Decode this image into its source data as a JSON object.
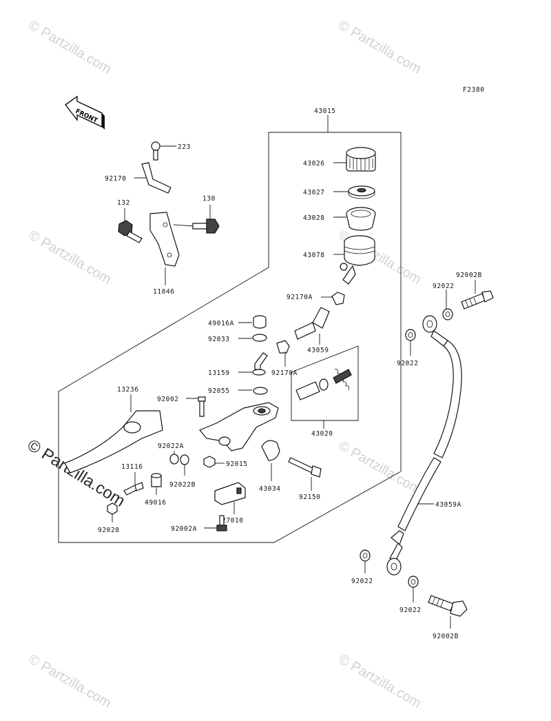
{
  "figure_code": "F2380",
  "front_badge": "FRONT",
  "watermark_small": "© Partzilla.com",
  "watermark_large": "© Partzilla.com",
  "callouts": {
    "c43015": "43015",
    "c43026": "43026",
    "c43027": "43027",
    "c43028": "43028",
    "c43078": "43078",
    "c92170A_top": "92170A",
    "c43059": "43059",
    "c92170A_mid": "92170A",
    "c43020": "43020",
    "c223": "223",
    "c92170": "92170",
    "c132": "132",
    "c130": "130",
    "c11046": "11046",
    "c49016A": "49016A",
    "c92033": "92033",
    "c13159": "13159",
    "c92055": "92055",
    "c13236": "13236",
    "c92002": "92002",
    "c92022A": "92022A",
    "c92015": "92015",
    "c13116": "13116",
    "c49016": "49016",
    "c92022B": "92022B",
    "c43034": "43034",
    "c92150": "92150",
    "c92028": "92028",
    "c27010": "27010",
    "c92002A": "92002A",
    "c92002B_top": "92002B",
    "c92022_a": "92022",
    "c92022_b": "92022",
    "c43059A": "43059A",
    "c92022_c": "92022",
    "c92022_d": "92022",
    "c92002B_bot": "92002B"
  }
}
